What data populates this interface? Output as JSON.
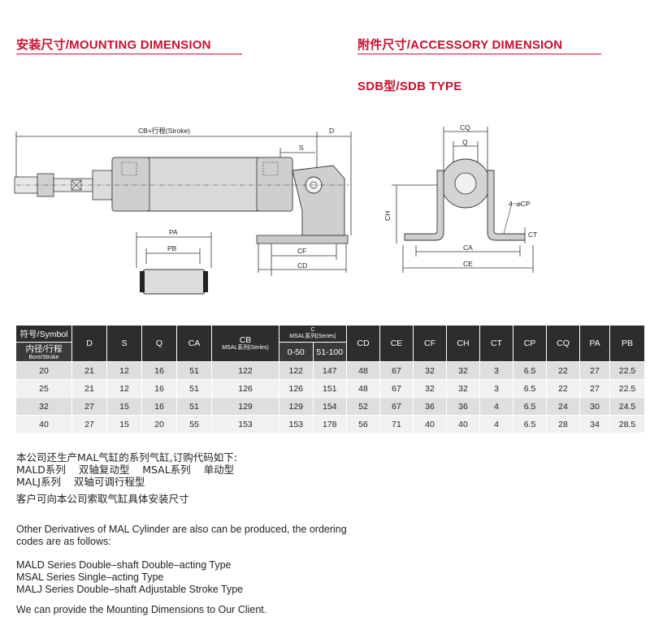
{
  "headers": {
    "mounting": "安装尺寸/MOUNTING DIMENSION",
    "accessory": "附件尺寸/ACCESSORY DIMENSION",
    "type": "SDB型/SDB TYPE"
  },
  "drawing_labels": {
    "cb_stroke": "CB+行程(Stroke)",
    "d": "D",
    "s": "S",
    "cf": "CF",
    "cd": "CD",
    "pa": "PA",
    "pb": "PB",
    "cq": "CQ",
    "q": "Q",
    "ch": "CH",
    "cp": "4~⌀CP",
    "ct": "CT",
    "ca": "CA",
    "ce": "CE"
  },
  "table": {
    "symbol_label": "符号/Symbol",
    "bore_label": "内径/行程",
    "bore_label_en": "Bore/Stroke",
    "cb_label": "CB",
    "cb_sub": "MSAL系列(Series)",
    "c_label": "C",
    "c_sub": "MSAL系列(Series)",
    "c_range1": "0-50",
    "c_range2": "51-100",
    "columns": [
      "D",
      "S",
      "Q",
      "CA",
      "CD",
      "CE",
      "CF",
      "CH",
      "CT",
      "CP",
      "CQ",
      "PA",
      "PB"
    ],
    "rows": [
      {
        "bore": "20",
        "D": "21",
        "S": "12",
        "Q": "16",
        "CA": "51",
        "CB": "122",
        "C1": "122",
        "C2": "147",
        "CD": "48",
        "CE": "67",
        "CF": "32",
        "CH": "32",
        "CT": "3",
        "CP": "6.5",
        "CQ": "22",
        "PA": "27",
        "PB": "22.5"
      },
      {
        "bore": "25",
        "D": "21",
        "S": "12",
        "Q": "16",
        "CA": "51",
        "CB": "126",
        "C1": "126",
        "C2": "151",
        "CD": "48",
        "CE": "67",
        "CF": "32",
        "CH": "32",
        "CT": "3",
        "CP": "6.5",
        "CQ": "22",
        "PA": "27",
        "PB": "22.5"
      },
      {
        "bore": "32",
        "D": "27",
        "S": "15",
        "Q": "16",
        "CA": "51",
        "CB": "129",
        "C1": "129",
        "C2": "154",
        "CD": "52",
        "CE": "67",
        "CF": "36",
        "CH": "36",
        "CT": "4",
        "CP": "6.5",
        "CQ": "24",
        "PA": "30",
        "PB": "24.5"
      },
      {
        "bore": "40",
        "D": "27",
        "S": "15",
        "Q": "20",
        "CA": "55",
        "CB": "153",
        "C1": "153",
        "C2": "178",
        "CD": "56",
        "CE": "71",
        "CF": "40",
        "CH": "40",
        "CT": "4",
        "CP": "6.5",
        "CQ": "28",
        "PA": "34",
        "PB": "28.5"
      }
    ]
  },
  "notes": {
    "zh_intro": "本公司还生产MAL气缸的系列气缸,订购代码如下:",
    "zh_line1": "MALD系列    双轴复动型    MSAL系列    单动型",
    "zh_line2": "MALJ系列    双轴可调行程型",
    "zh_contact": "客户可向本公司索取气缸具体安装尺寸",
    "en_intro1": "Other Derivatives of MAL Cylinder are also can be produced, the ordering",
    "en_intro2": "codes are as follows:",
    "en_line1": "MALD Series Double–shaft Double–acting Type",
    "en_line2": "MSAL Series Single–acting Type",
    "en_line3": "MALJ Series Double–shaft Adjustable Stroke Type",
    "en_contact": "We can provide the Mounting Dimensions to Our Client."
  }
}
